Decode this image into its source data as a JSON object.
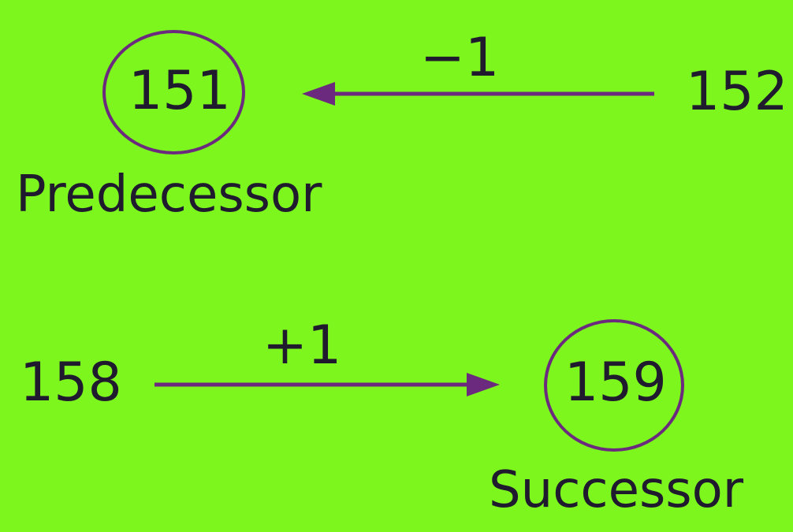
{
  "predecessor": {
    "circled": "151",
    "source": "152",
    "op": "−1",
    "label": "Predecessor"
  },
  "successor": {
    "circled": "159",
    "source": "158",
    "op": "+1",
    "label": "Successor"
  },
  "colors": {
    "background": "#7cf61c",
    "arrow": "#6b2a7e",
    "text": "#1f1a2e"
  }
}
